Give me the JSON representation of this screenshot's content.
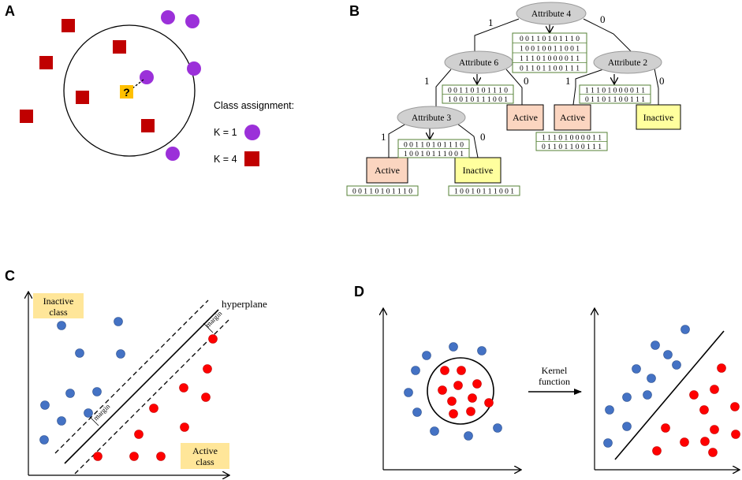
{
  "panels": {
    "a": "A",
    "b": "B",
    "c": "C",
    "d": "D"
  },
  "panel_a": {
    "query_symbol": "?",
    "class_assignment_title": "Class assignment:",
    "legend": [
      {
        "label": "K = 1",
        "shape": "circle",
        "color": "#9b30d9"
      },
      {
        "label": "K = 4",
        "shape": "square",
        "color": "#c00000"
      }
    ]
  },
  "panel_b": {
    "nodes": {
      "root": "Attribute 4",
      "left": "Attribute 6",
      "right": "Attribute 2",
      "left_left": "Attribute 3"
    },
    "branch_labels": {
      "one": "1",
      "zero": "0"
    },
    "leaves": {
      "a6_right": "Active",
      "a2_left": "Active",
      "a2_right": "Inactive",
      "a3_left": "Active",
      "a3_right": "Inactive"
    },
    "bitstrings": {
      "root": [
        "0 0 1 1 0 1 0 1 1 1 0",
        "1 0 0 1 0 0 1 1 0 0 1",
        "1 1 1 0 1 0 0 0 0 1 1",
        "0 1 1 0 1 1 0 0 1 1 1"
      ],
      "attr6": [
        "0 0 1 1 0 1 0 1 1 1 0",
        "1 0 0 1 0 1 1 1 0 0 1"
      ],
      "attr2": [
        "1 1 1 0 1 0 0 0 0 1 1",
        "0 1 1 0 1 1 0 0 1 1 1"
      ],
      "attr3": [
        "0 0 1 1 0 1 0 1 1 1 0",
        "1 0 0 1 0 1 1 1 0 0 1"
      ],
      "a2_active": [
        "1 1 1 0 1 0 0 0 0 1 1",
        "0 1 1 0 1 1 0 0 1 1 1"
      ],
      "a3_active": [
        "0 0 1 1 0 1 0 1 1 1 0"
      ],
      "a3_inactive": [
        "1 0 0 1 0 1 1 1 0 0 1"
      ]
    }
  },
  "panel_c": {
    "inactive_label": [
      "Inactive",
      "class"
    ],
    "active_label": [
      "Active",
      "class"
    ],
    "hyperplane_label": "hyperplane",
    "margin_label": "margin"
  },
  "panel_d": {
    "kernel_label": [
      "Kernel",
      "function"
    ]
  },
  "colors": {
    "purple": "#9b30d9",
    "dark_red": "#c00000",
    "blue": "#4472c4",
    "red": "#ff0000",
    "query": "#ffc000",
    "active_fill": "#fbd5c0",
    "inactive_fill": "#ffff9e",
    "class_box": "#ffe699",
    "bit_border": "#548235",
    "node_fill": "#d0d0d0"
  }
}
